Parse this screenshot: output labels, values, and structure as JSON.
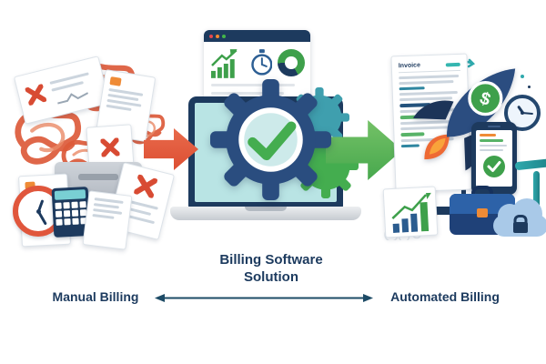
{
  "labels": {
    "center_caption": "Billing Software\nSolution",
    "left_label": "Manual Billing",
    "right_label": "Automated Billing"
  },
  "right_cluster": {
    "invoice_title": "Invoice",
    "rocket_badge": "$"
  },
  "colors": {
    "label_navy": "#1c3a5e",
    "frame_navy": "#1d3a5e",
    "gear_navy": "#2a4d7f",
    "success_green": "#44ad4f",
    "chart_green": "#3ea04b",
    "alert_red": "#dd4f33",
    "orange": "#ef8b36",
    "teal": "#2fa9ad",
    "screen_teal": "#b9e4e4",
    "light_blue_cloud": "#a9c9e8",
    "briefcase_blue": "#2d62a8"
  },
  "icons": {
    "gear-check-icon": "large navy cog with green checkmark",
    "red-arrow-icon": "red right arrow",
    "green-arrow-icon": "green right arrow",
    "bar-chart-icon": "green rising bars with trend arrow",
    "stopwatch-icon": "blue stopwatch",
    "donut-chart-icon": "green/navy donut chart",
    "crumpled-paper-icon": "red scribble balls",
    "rejected-paper-icon": "paper with red X",
    "clock-icon": "analog clock",
    "calculator-icon": "navy calculator",
    "file-tray-icon": "gray document tray",
    "invoice-icon": "invoice document",
    "rocket-icon": "navy rocket with dollar badge",
    "phone-check-icon": "smartphone with green checkmark",
    "pen-icon": "teal pen",
    "briefcase-icon": "navy briefcase",
    "cloud-lock-icon": "cloud with padlock",
    "double-arrow-line-icon": "two-headed connector line"
  }
}
